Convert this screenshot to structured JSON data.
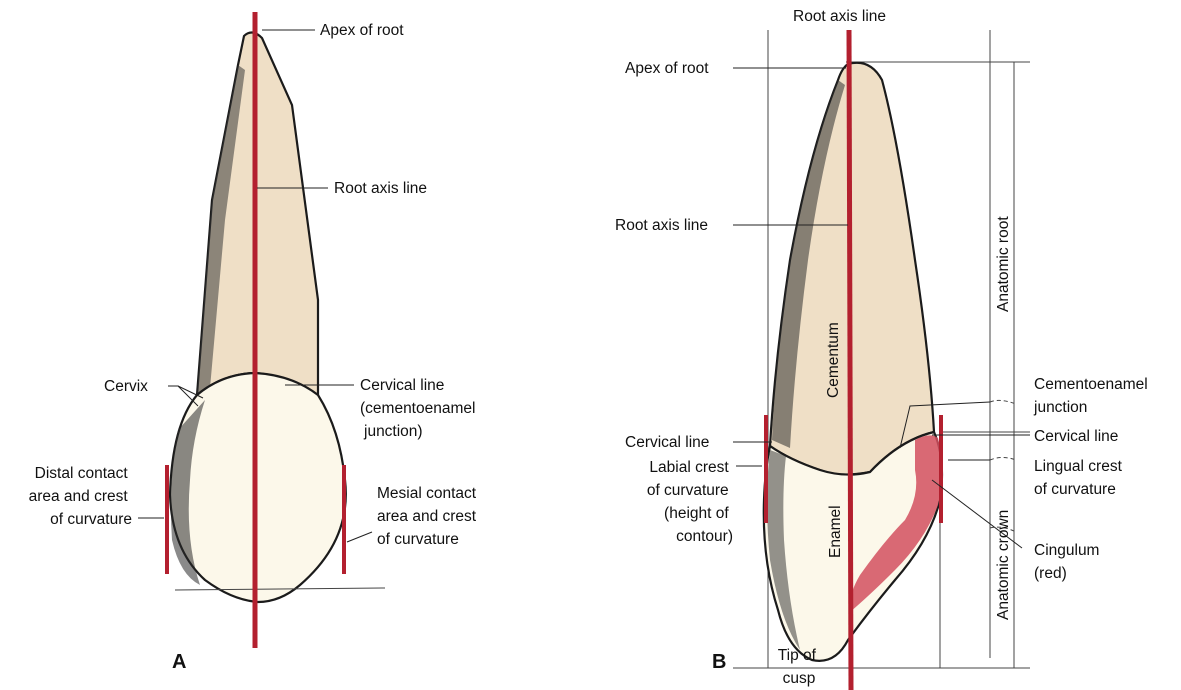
{
  "colors": {
    "axis_red": "#b3202f",
    "root": "#efdfc6",
    "crown": "#fcf8ea",
    "cingulum": "#d2505f",
    "outline": "#1b1b1b"
  },
  "panel_a": {
    "letter": "A",
    "apex_of_root": "Apex of root",
    "root_axis_line": "Root axis line",
    "cervix": "Cervix",
    "cervical_line": [
      "Cervical line",
      "(cementoenamel",
      "junction)"
    ],
    "distal_contact": [
      "Distal contact",
      "area and crest",
      "of curvature"
    ],
    "mesial_contact": [
      "Mesial contact",
      "area and crest",
      "of curvature"
    ]
  },
  "panel_b": {
    "letter": "B",
    "root_axis_line_top": "Root axis line",
    "apex_of_root": "Apex of root",
    "root_axis_line": "Root axis line",
    "cementum": "Cementum",
    "enamel": "Enamel",
    "anatomic_root": "Anatomic root",
    "anatomic_crown": "Anatomic crown",
    "cementoenamel_junction": [
      "Cementoenamel",
      "junction"
    ],
    "cervical_line_right": "Cervical line",
    "lingual_crest": [
      "Lingual crest",
      "of curvature"
    ],
    "cingulum": [
      "Cingulum",
      "(red)"
    ],
    "cervical_line_left": "Cervical line",
    "labial_crest": [
      "Labial crest",
      "of curvature",
      "(height of",
      "contour)"
    ],
    "tip_of_cusp": [
      "Tip of",
      "cusp"
    ]
  }
}
